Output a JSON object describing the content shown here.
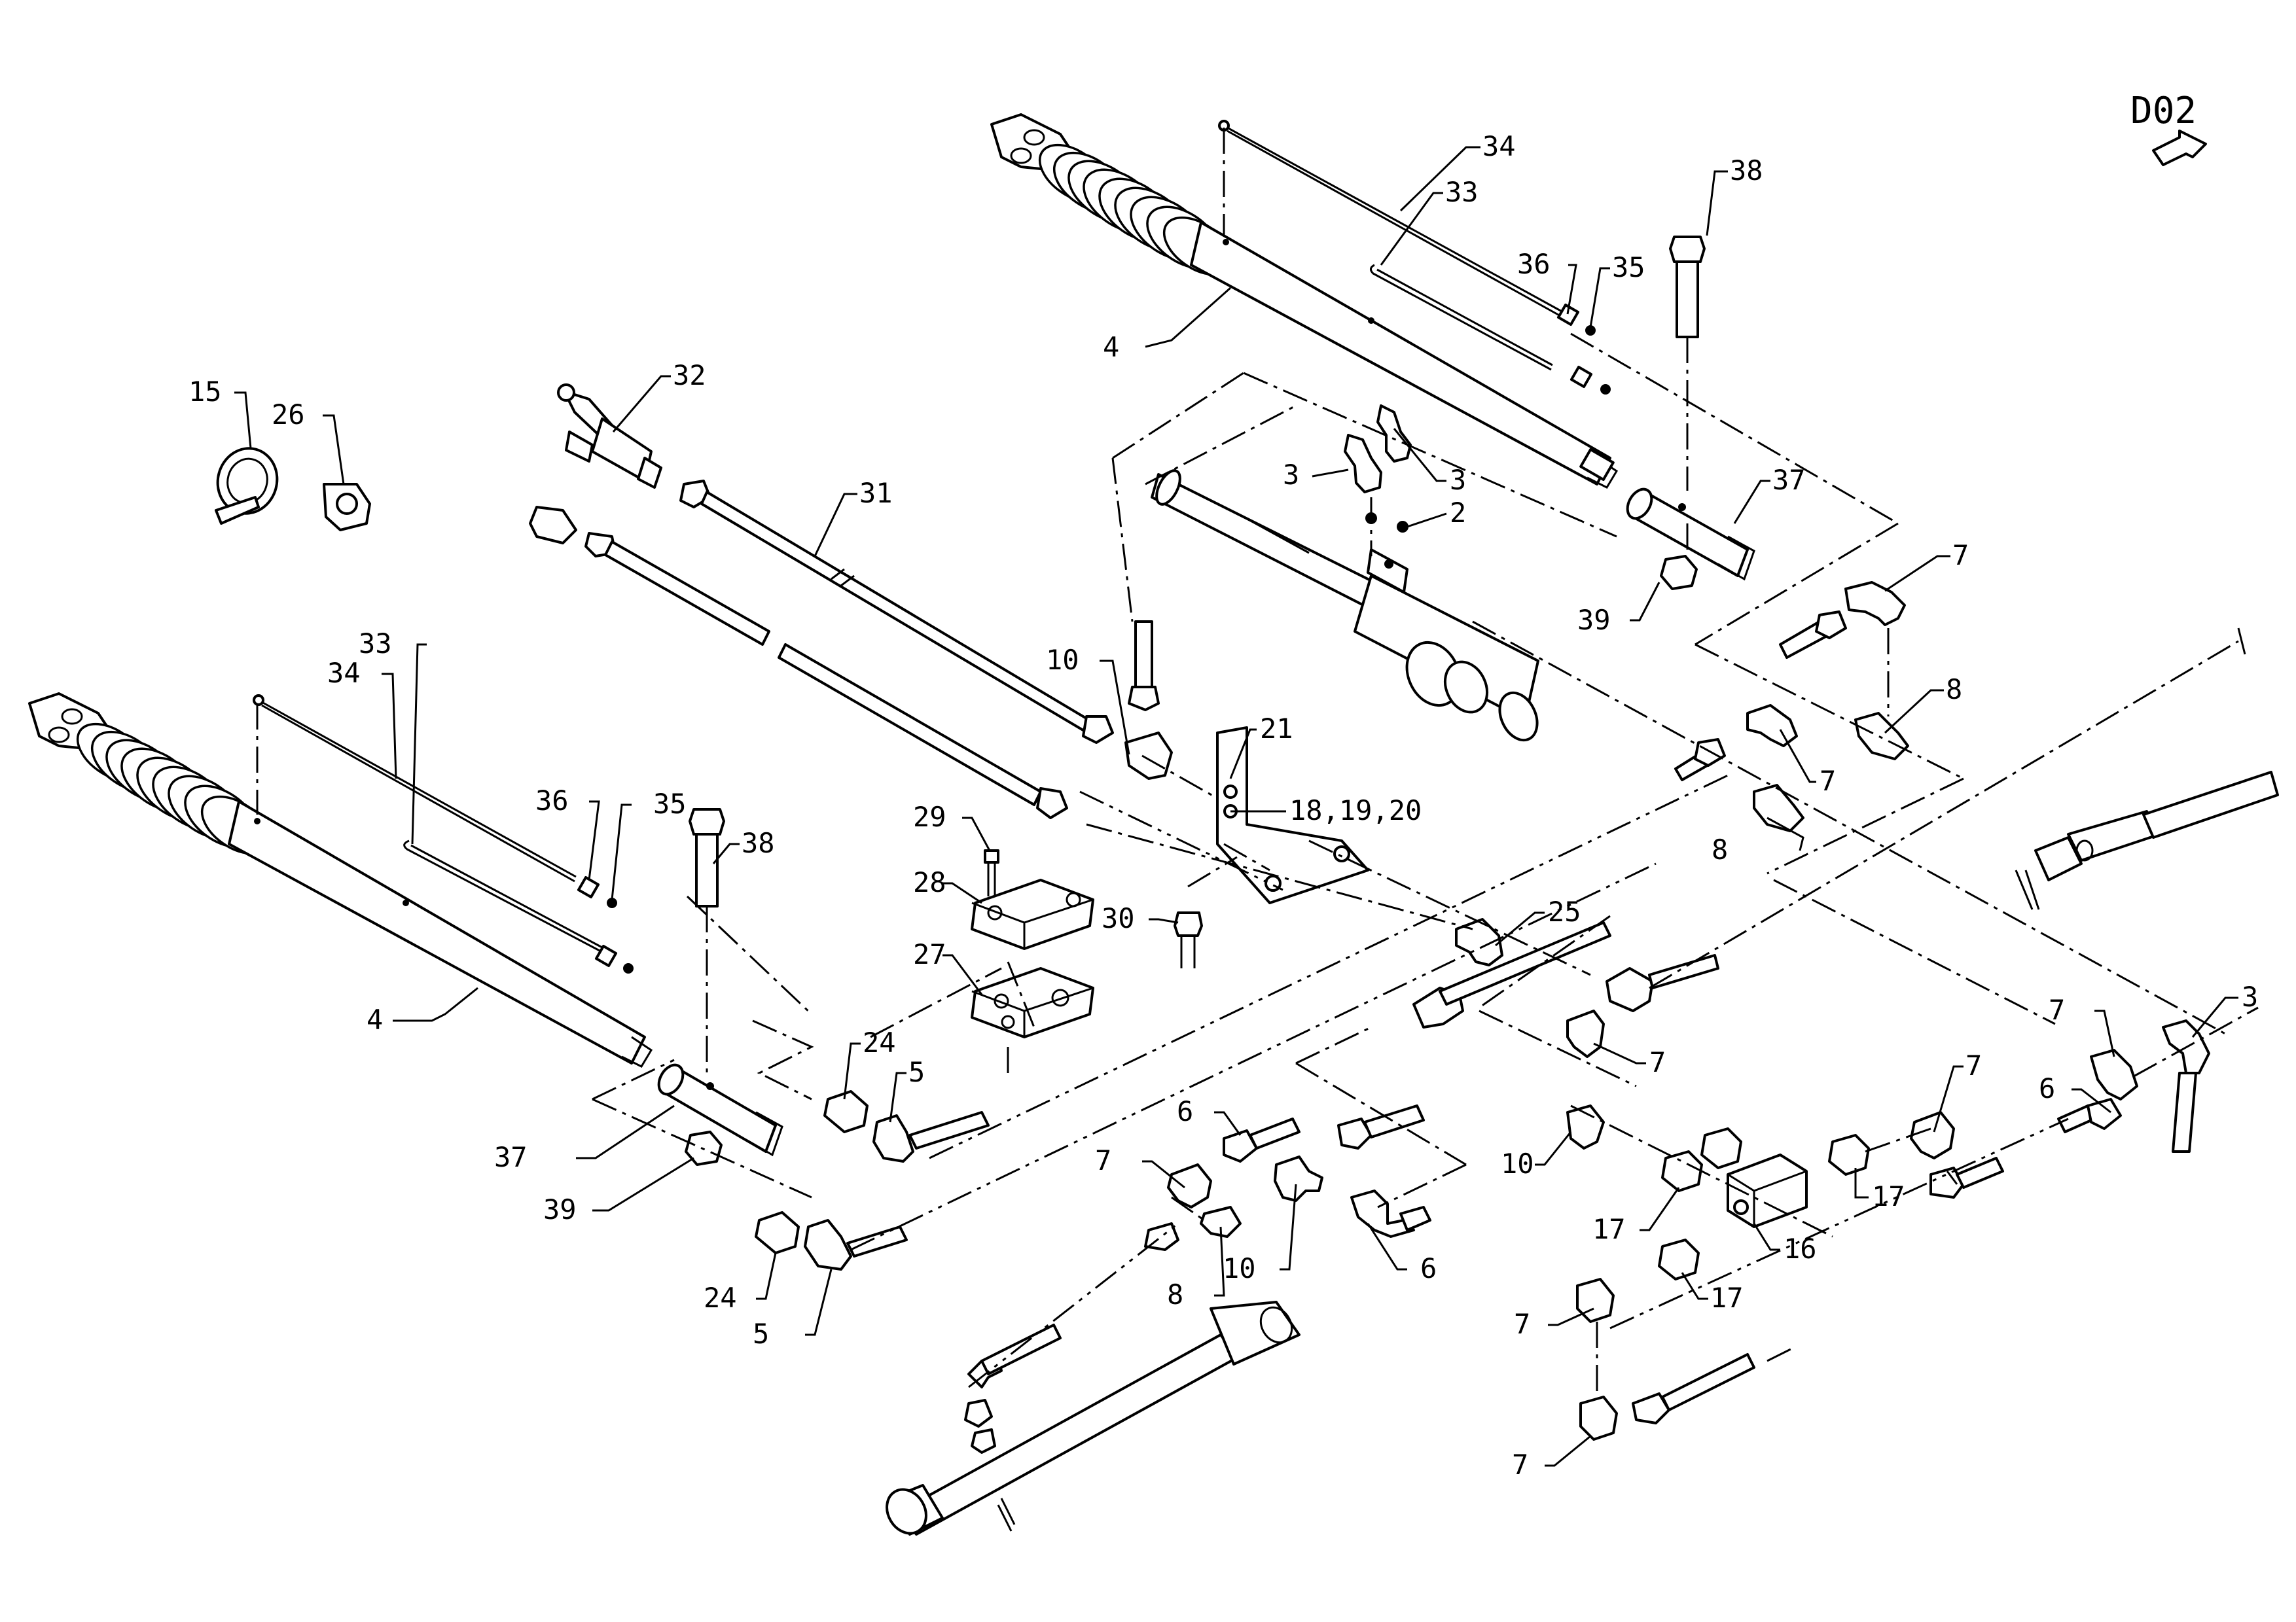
{
  "diagram": {
    "view_code": "D02",
    "callouts": {
      "c34_top": "34",
      "c33_top": "33",
      "c38_top": "38",
      "c36_top": "36",
      "c35_top": "35",
      "c4_top": "4",
      "c32": "32",
      "c31": "31",
      "c15": "15",
      "c26": "26",
      "c3_a": "3",
      "c3_b": "3",
      "c2": "2",
      "c37_top": "37",
      "c39_top": "39",
      "c7_a": "7",
      "c8_a": "8",
      "c7_b": "7",
      "c8_b": "8",
      "c10_a": "10",
      "c21": "21",
      "c18_19_20": "18,19,20",
      "c33_left": "33",
      "c34_left": "34",
      "c36_left": "36",
      "c35_left": "35",
      "c38_left": "38",
      "c29": "29",
      "c28": "28",
      "c27": "27",
      "c30": "30",
      "c4_left": "4",
      "c25": "25",
      "c24_a": "24",
      "c5_a": "5",
      "c37_left": "37",
      "c39_left": "39",
      "c24_b": "24",
      "c5_b": "5",
      "c7_c": "7",
      "c6_a": "6",
      "c7_d": "7",
      "c8_c": "8",
      "c10_b": "10",
      "c6_b": "6",
      "c10_c": "10",
      "c17_a": "17",
      "c16": "16",
      "c17_b": "17",
      "c17_c": "17",
      "c7_e": "7",
      "c7_f": "7",
      "c7_g": "7",
      "c6_c": "6",
      "c7_h": "7",
      "c3_c": "3"
    }
  }
}
